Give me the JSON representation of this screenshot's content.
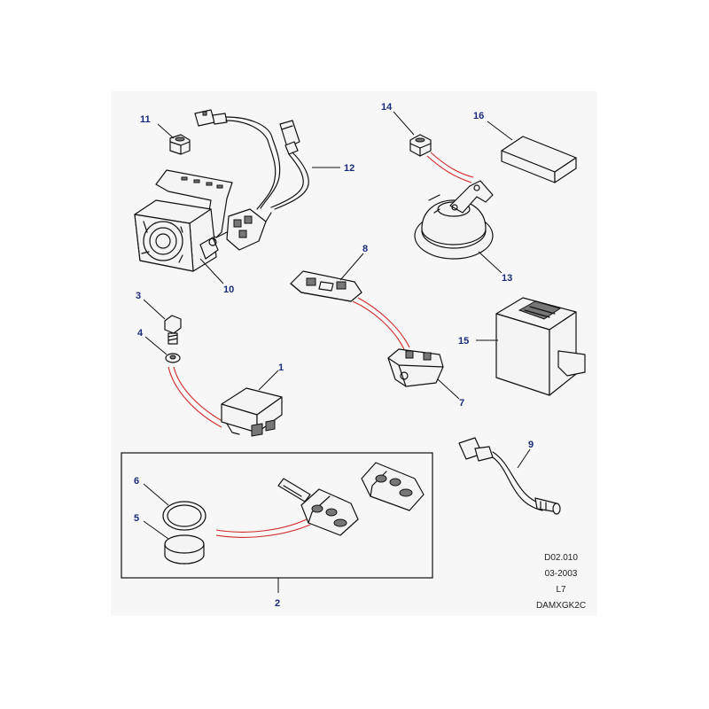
{
  "colors": {
    "background": "#ffffff",
    "panel": "#f7f7f7",
    "callout_text": "#1a2a7a",
    "link_lines": "#d02828",
    "line_art": "#111111"
  },
  "callouts": {
    "c1": "1",
    "c2": "2",
    "c3": "3",
    "c4": "4",
    "c5": "5",
    "c6": "6",
    "c7": "7",
    "c8": "8",
    "c9": "9",
    "c10": "10",
    "c11": "11",
    "c12": "12",
    "c13": "13",
    "c14": "14",
    "c15": "15",
    "c16": "16"
  },
  "caption": {
    "line1": "D02.010",
    "line2": "03-2003",
    "line3": "L7",
    "line4": "DAMXGK2C"
  }
}
